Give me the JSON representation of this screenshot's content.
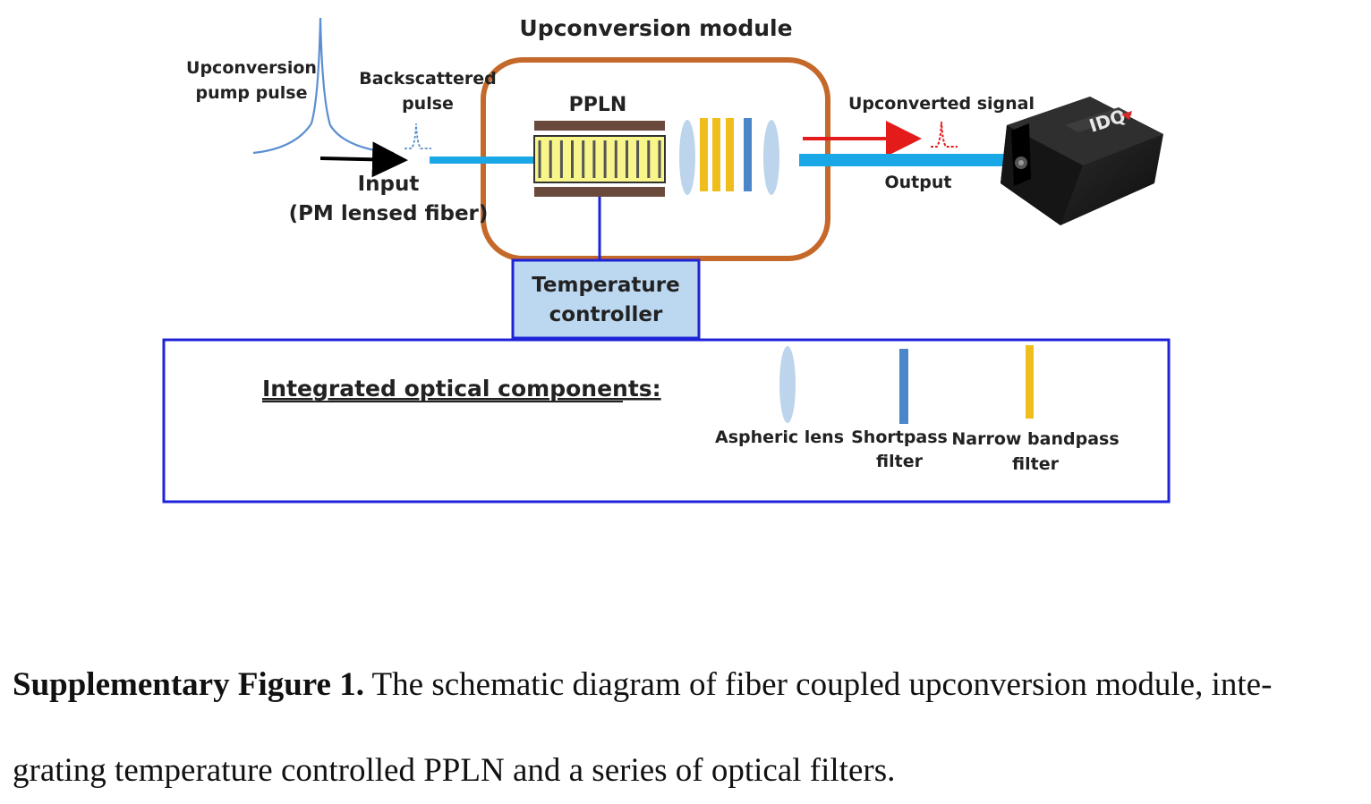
{
  "labels": {
    "module_title": "Upconversion module",
    "pump_pulse_1": "Upconversion",
    "pump_pulse_2": "pump pulse",
    "backscattered_1": "Backscattered",
    "backscattered_2": "pulse",
    "ppln": "PPLN",
    "upconverted_signal": "Upconverted signal",
    "input_1": "Input",
    "input_2": "(PM lensed fiber)",
    "output": "Output",
    "temp_controller_1": "Temperature",
    "temp_controller_2": "controller",
    "components_title": "Integrated optical components:",
    "aspheric_lens": "Aspheric lens",
    "shortpass_1": "Shortpass",
    "shortpass_2": "filter",
    "bandpass_1": "Narrow bandpass",
    "bandpass_2": "filter",
    "detector_logo": "IDQ"
  },
  "caption": {
    "label": "Supplementary Figure 1.",
    "line1_text": " The schematic diagram of fiber coupled upconversion module, inte-",
    "line2_text": "grating temperature controlled PPLN and a series of optical filters."
  },
  "colors": {
    "module_border": "#c4692a",
    "fiber": "#1aa7e6",
    "controller_fill": "#bcd7f0",
    "controller_border": "#1f23d8",
    "legend_border": "#1f23d8",
    "lens": "#bcd4ec",
    "shortpass": "#4a86c8",
    "bandpass": "#f0be1c",
    "crystal_fill": "#f8f58a",
    "crystal_housing": "#6b4a3e",
    "signal_arrow": "#e41b1b",
    "input_arrow": "#000000",
    "pump_pulse": "#5b8fd0"
  }
}
